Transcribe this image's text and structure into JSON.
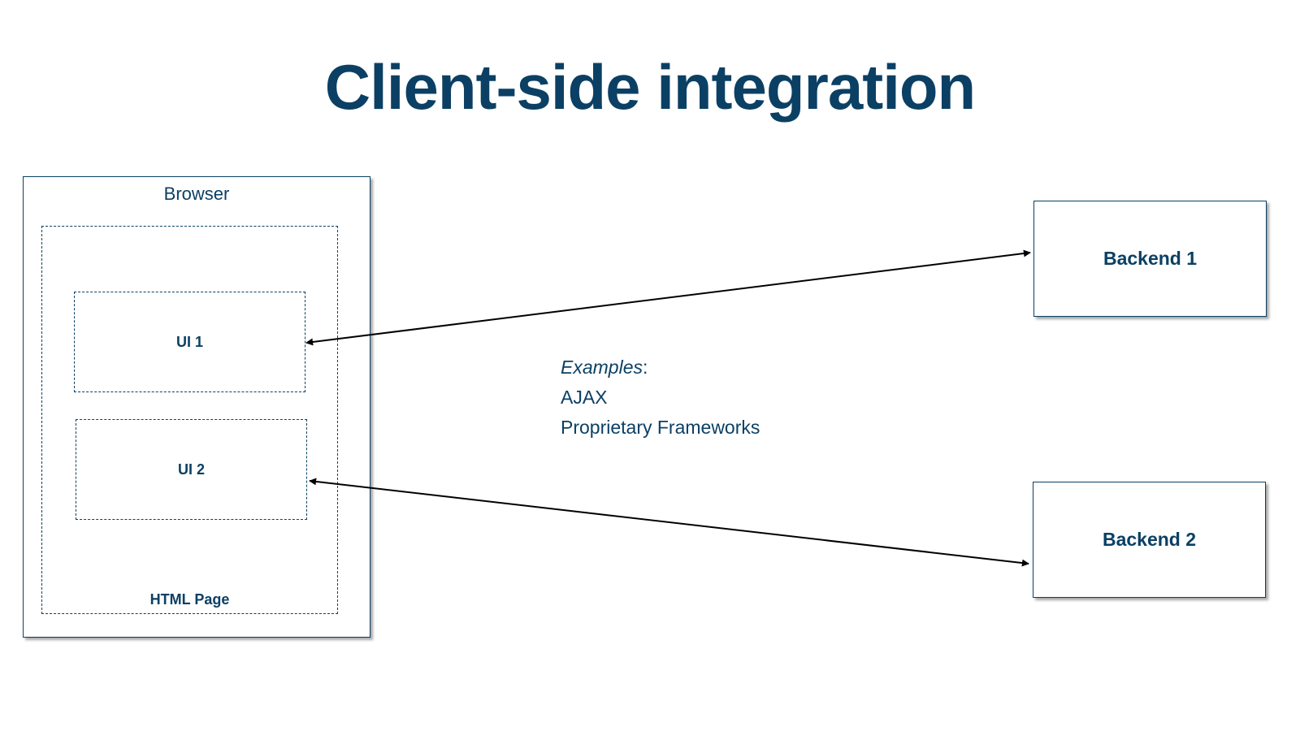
{
  "title": "Client-side integration",
  "browser": {
    "label": "Browser",
    "html_page_label": "HTML Page",
    "ui1_label": "UI 1",
    "ui2_label": "UI 2"
  },
  "backends": [
    {
      "label": "Backend 1"
    },
    {
      "label": "Backend 2"
    }
  ],
  "examples": {
    "heading": "Examples",
    "colon": ":",
    "items": [
      "AJAX",
      "Proprietary Frameworks"
    ]
  },
  "colors": {
    "primary": "#0b4064",
    "arrow": "#000000"
  }
}
